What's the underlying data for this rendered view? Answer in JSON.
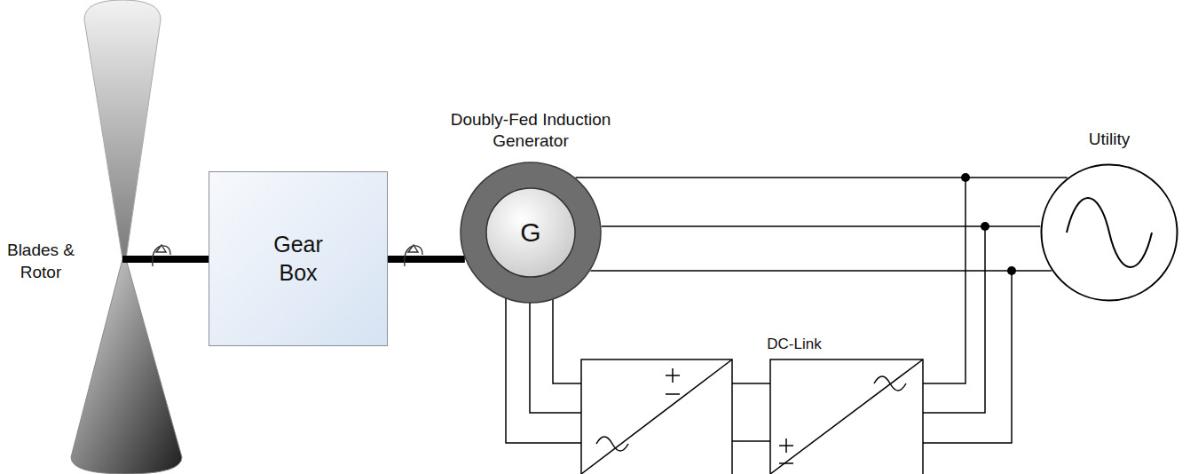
{
  "diagram": {
    "nodes": [
      {
        "text": [
          "Gear Box"
        ]
      },
      {
        "text": [
          "Doubly-Fed Induction Generator",
          "G"
        ]
      },
      {
        "text": [
          "Utility"
        ]
      }
    ],
    "edges": [
      {
        "from": 0,
        "to": 1,
        "arrow": "none"
      },
      {
        "from": 1,
        "to": 2,
        "arrow": "none"
      },
      {
        "from": 1,
        "to": 2,
        "arrow": "none"
      },
      {
        "from": 1,
        "to": 2,
        "arrow": "none"
      }
    ],
    "labels": [
      "Blades & Rotor",
      "DC-Link"
    ]
  }
}
